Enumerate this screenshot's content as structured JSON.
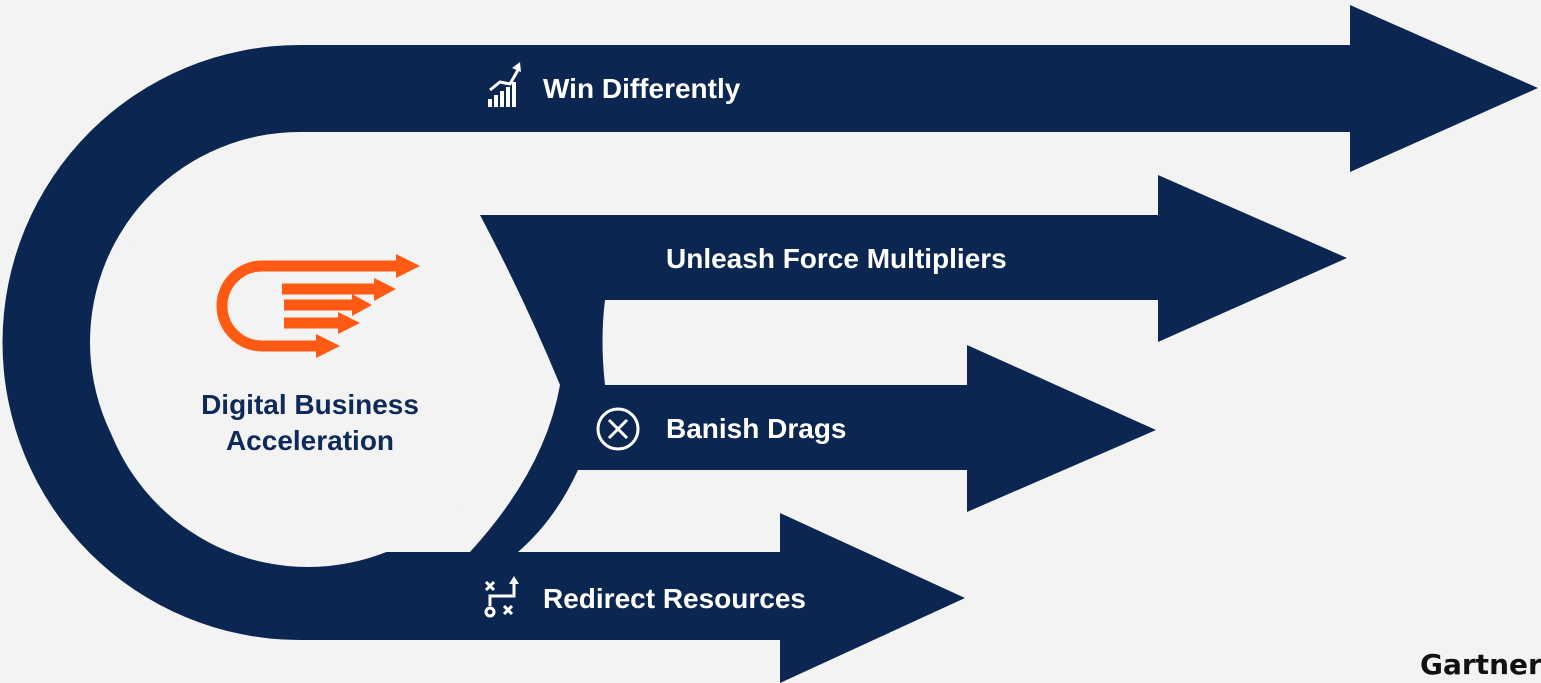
{
  "center": {
    "line1": "Digital Business",
    "line2": "Acceleration",
    "icon": "speed-arrows-icon",
    "icon_color": "#ff5a14"
  },
  "arrows": [
    {
      "label": "Win Differently",
      "icon": "growth-chart-icon"
    },
    {
      "label": "Unleash Force Multipliers",
      "icon": ""
    },
    {
      "label": "Banish Drags",
      "icon": "circle-x-icon"
    },
    {
      "label": "Redirect Resources",
      "icon": "strategy-play-icon"
    }
  ],
  "brand": {
    "name": "Gartner"
  },
  "colors": {
    "arrow": "#0a2651",
    "background": "#f3f3f3",
    "accent": "#ff5a14",
    "center_text": "#0e2a5a"
  }
}
